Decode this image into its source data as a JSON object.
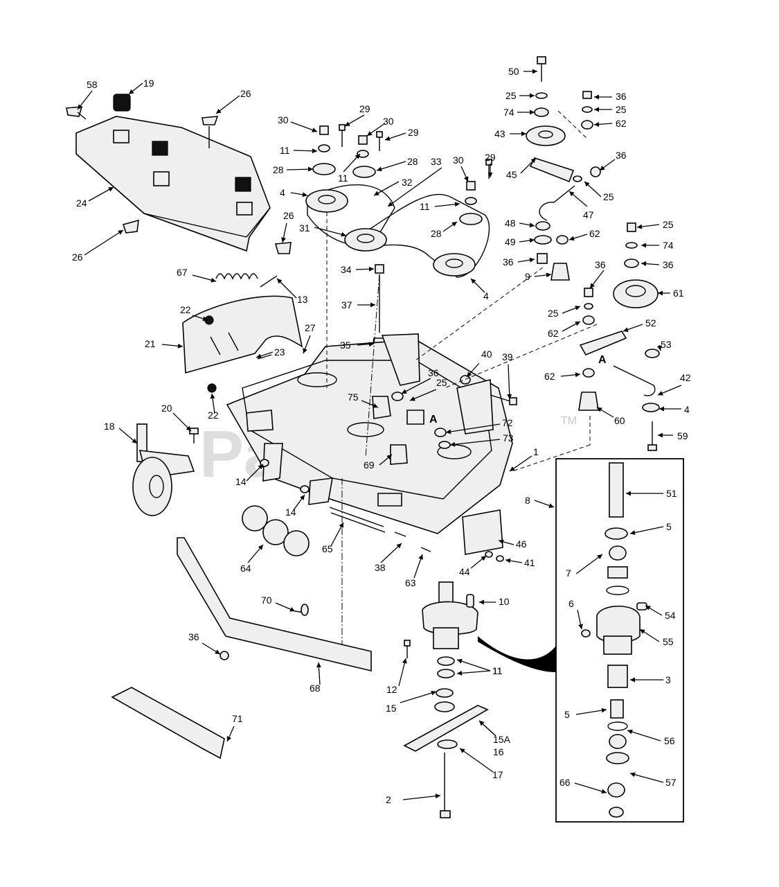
{
  "watermark": {
    "brand": "PartsTree",
    "trademark": "TM"
  },
  "reference_mark": "A",
  "callouts": [
    {
      "label": "50"
    },
    {
      "label": "25"
    },
    {
      "label": "74"
    },
    {
      "label": "43"
    },
    {
      "label": "45"
    },
    {
      "label": "36"
    },
    {
      "label": "25"
    },
    {
      "label": "62"
    },
    {
      "label": "36"
    },
    {
      "label": "25"
    },
    {
      "label": "47"
    },
    {
      "label": "48"
    },
    {
      "label": "49"
    },
    {
      "label": "62"
    },
    {
      "label": "36"
    },
    {
      "label": "9"
    },
    {
      "label": "36"
    },
    {
      "label": "25"
    },
    {
      "label": "74"
    },
    {
      "label": "36"
    },
    {
      "label": "61"
    },
    {
      "label": "25"
    },
    {
      "label": "62"
    },
    {
      "label": "52"
    },
    {
      "label": "53"
    },
    {
      "label": "42"
    },
    {
      "label": "4"
    },
    {
      "label": "62"
    },
    {
      "label": "60"
    },
    {
      "label": "59"
    },
    {
      "label": "58"
    },
    {
      "label": "19"
    },
    {
      "label": "26"
    },
    {
      "label": "24"
    },
    {
      "label": "26"
    },
    {
      "label": "26"
    },
    {
      "label": "30"
    },
    {
      "label": "29"
    },
    {
      "label": "30"
    },
    {
      "label": "29"
    },
    {
      "label": "11"
    },
    {
      "label": "11"
    },
    {
      "label": "28"
    },
    {
      "label": "28"
    },
    {
      "label": "33"
    },
    {
      "label": "4"
    },
    {
      "label": "32"
    },
    {
      "label": "30"
    },
    {
      "label": "29"
    },
    {
      "label": "11"
    },
    {
      "label": "28"
    },
    {
      "label": "31"
    },
    {
      "label": "34"
    },
    {
      "label": "4"
    },
    {
      "label": "37"
    },
    {
      "label": "67"
    },
    {
      "label": "13"
    },
    {
      "label": "22"
    },
    {
      "label": "21"
    },
    {
      "label": "27"
    },
    {
      "label": "23"
    },
    {
      "label": "22"
    },
    {
      "label": "35"
    },
    {
      "label": "40"
    },
    {
      "label": "39"
    },
    {
      "label": "36"
    },
    {
      "label": "25"
    },
    {
      "label": "75"
    },
    {
      "label": "72"
    },
    {
      "label": "73"
    },
    {
      "label": "69"
    },
    {
      "label": "1"
    },
    {
      "label": "20"
    },
    {
      "label": "18"
    },
    {
      "label": "14"
    },
    {
      "label": "14"
    },
    {
      "label": "64"
    },
    {
      "label": "65"
    },
    {
      "label": "38"
    },
    {
      "label": "63"
    },
    {
      "label": "46"
    },
    {
      "label": "44"
    },
    {
      "label": "41"
    },
    {
      "label": "70"
    },
    {
      "label": "36"
    },
    {
      "label": "68"
    },
    {
      "label": "71"
    },
    {
      "label": "10"
    },
    {
      "label": "12"
    },
    {
      "label": "11"
    },
    {
      "label": "11"
    },
    {
      "label": "15"
    },
    {
      "label": "15A"
    },
    {
      "label": "16"
    },
    {
      "label": "17"
    },
    {
      "label": "2"
    },
    {
      "label": "8"
    },
    {
      "label": "51"
    },
    {
      "label": "5"
    },
    {
      "label": "7"
    },
    {
      "label": "54"
    },
    {
      "label": "6"
    },
    {
      "label": "55"
    },
    {
      "label": "3"
    },
    {
      "label": "5"
    },
    {
      "label": "56"
    },
    {
      "label": "66"
    },
    {
      "label": "57"
    }
  ]
}
